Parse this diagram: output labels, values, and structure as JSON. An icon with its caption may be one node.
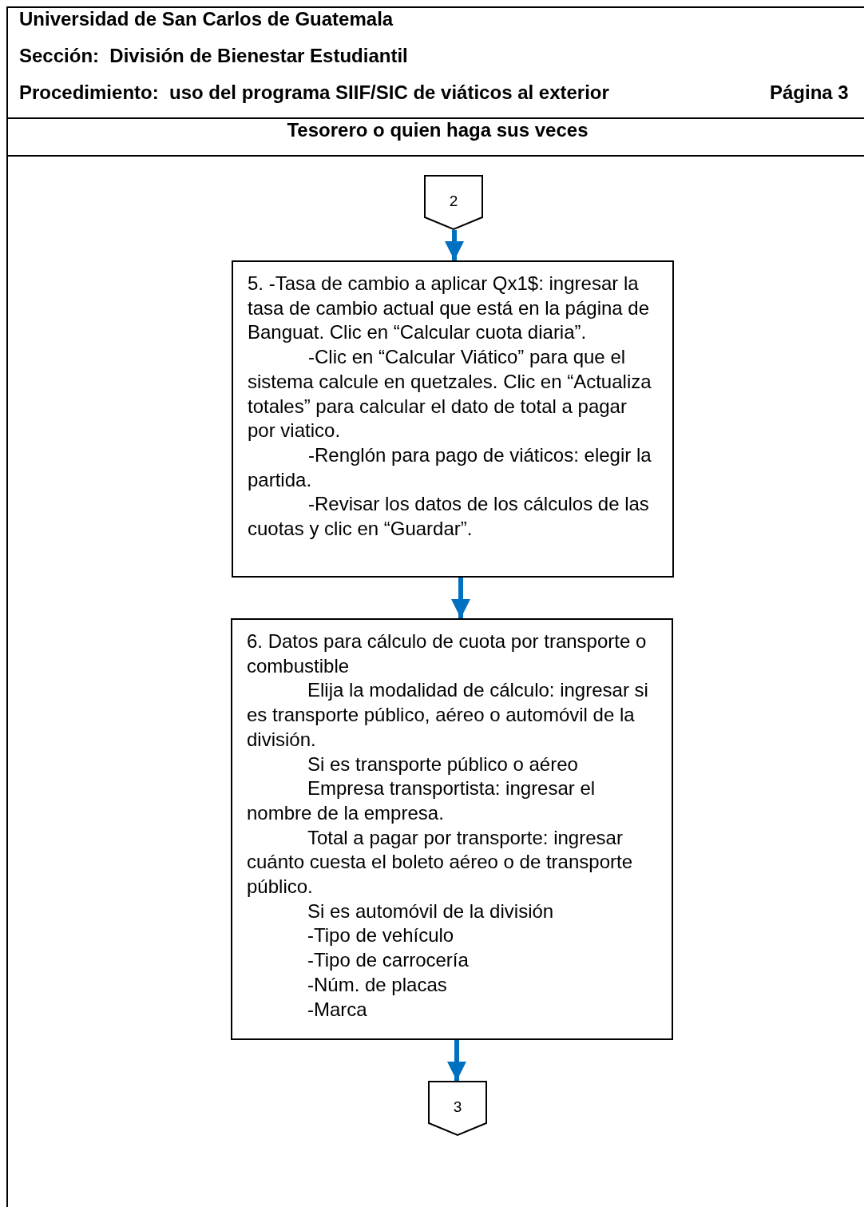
{
  "diagram": {
    "nodes": [
      {
        "text": [
          "2"
        ]
      },
      {
        "text": [
          "5. -Tasa de cambio a aplicar Qx1$: ingresar la tasa de cambio actual que está en la página de Banguat. Clic en “Calcular cuota diaria”.",
          "-Clic en “Calcular Viático” para que el sistema calcule en quetzales. Clic en “Actualiza totales” para calcular el dato de total a pagar por viatico.",
          "-Renglón para pago de viáticos: elegir la partida.",
          "-Revisar los datos de los cálculos de las cuotas y clic en “Guardar”."
        ]
      },
      {
        "text": [
          "6. Datos para cálculo de cuota por transporte o combustible",
          "Elija la modalidad de cálculo: ingresar si es transporte público, aéreo o automóvil de la división.",
          "Si es transporte público o aéreo",
          "Empresa transportista: ingresar el nombre de la empresa.",
          "Total a pagar por transporte: ingresar cuánto cuesta el boleto aéreo o de transporte público.",
          "Si es automóvil de la división",
          "-Tipo de vehículo",
          "-Tipo de carrocería",
          "-Núm. de placas",
          "-Marca"
        ]
      },
      {
        "text": [
          "3"
        ]
      }
    ],
    "edges": [
      {
        "from": 0,
        "to": 1,
        "arrow": "to"
      },
      {
        "from": 1,
        "to": 2,
        "arrow": "to"
      },
      {
        "from": 2,
        "to": 3,
        "arrow": "to"
      }
    ],
    "labels": [
      "Universidad de San Carlos de Guatemala",
      "Sección:  División de Bienestar Estudiantil",
      "Procedimiento:  uso del programa SIIF/SIC de viáticos al exterior",
      "Página 3",
      "Tesorero o quien haga sus veces"
    ]
  }
}
